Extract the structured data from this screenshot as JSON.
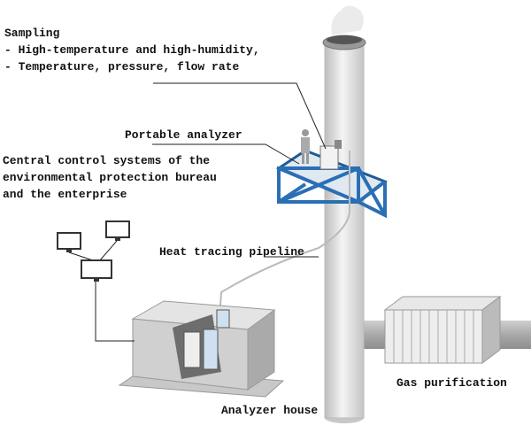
{
  "sampling": {
    "title": "Sampling",
    "line1": "- High-temperature and high-humidity,",
    "line2": "- Temperature, pressure, flow rate"
  },
  "portable_analyzer": "Portable analyzer",
  "central_control": {
    "line1": "Central control systems of the",
    "line2": "environmental protection bureau",
    "line3": "and the enterprise"
  },
  "heat_tracing": "Heat tracing pipeline",
  "gas_purification": "Gas purification",
  "analyzer_house": "Analyzer house",
  "colors": {
    "platform": "#2a6fb5",
    "chimney": "#dcdcdc",
    "text": "#111111"
  }
}
